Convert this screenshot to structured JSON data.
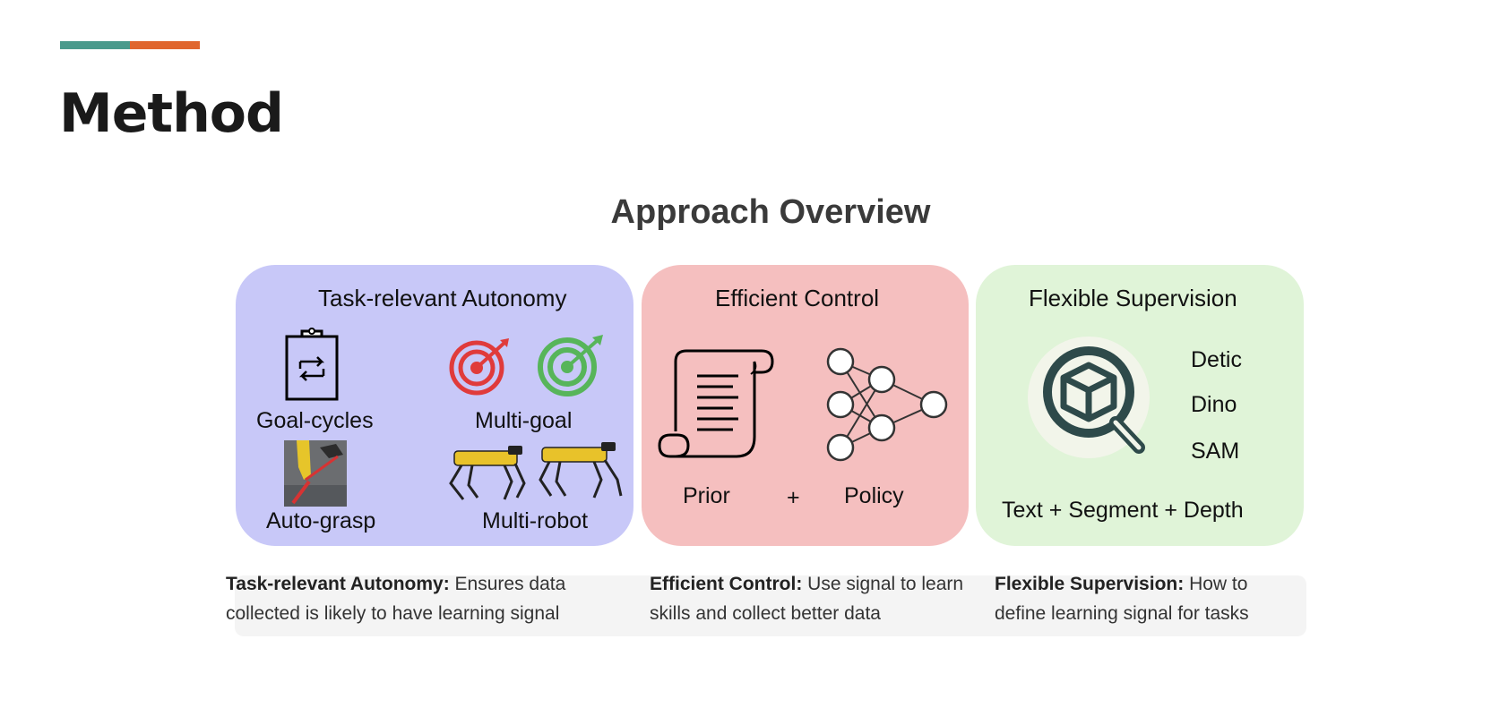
{
  "slide": {
    "title": "Method",
    "accent_colors": [
      "#4a9a8c",
      "#e0662e"
    ]
  },
  "diagram": {
    "title": "Approach Overview",
    "cards": [
      {
        "title": "Task-relevant Autonomy",
        "color": "#c8c8f8",
        "items": [
          "Goal-cycles",
          "Multi-goal",
          "Auto-grasp",
          "Multi-robot"
        ]
      },
      {
        "title": "Efficient Control",
        "color": "#f5bfbf",
        "items": [
          "Prior",
          "+",
          "Policy"
        ]
      },
      {
        "title": "Flexible Supervision",
        "color": "#e0f4d8",
        "models": [
          "Detic",
          "Dino",
          "SAM"
        ],
        "caption": "Text + Segment + Depth"
      }
    ],
    "icons": [
      "clipboard-cycle-icon",
      "red-target-icon",
      "green-target-icon",
      "robot-gripper-photo",
      "quadruped-robot-icon",
      "scroll-icon",
      "neural-network-icon",
      "magnifier-cube-icon"
    ]
  },
  "descriptions": [
    {
      "heading": "Task-relevant Autonomy:",
      "text": " Ensures data collected is likely to have learning signal"
    },
    {
      "heading": "Efficient Control:",
      "text": " Use signal to learn skills and collect better data"
    },
    {
      "heading": "Flexible Supervision:",
      "text": " How to define learning signal for tasks"
    }
  ]
}
